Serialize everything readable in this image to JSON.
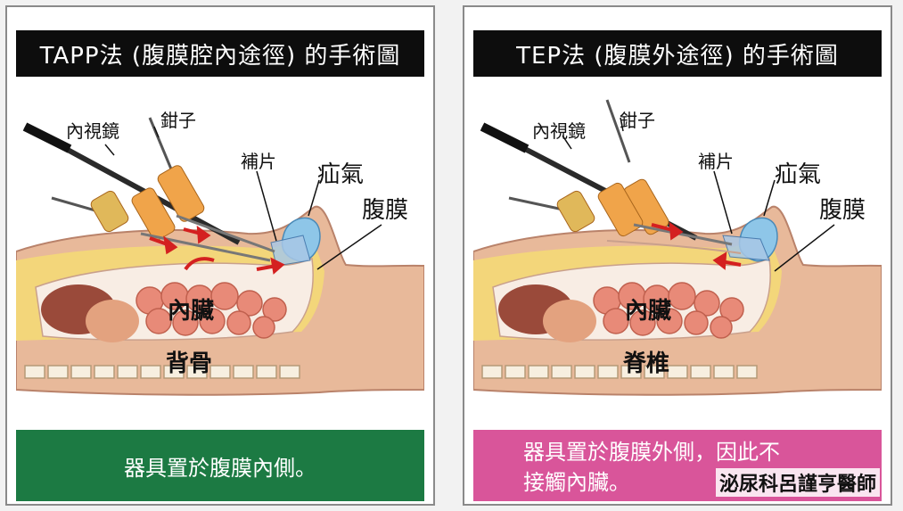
{
  "left_panel": {
    "title": "TAPP法 (腹膜腔內途徑) 的手術圖",
    "labels": {
      "endoscope": "內視鏡",
      "forceps": "鉗子",
      "mesh": "補片",
      "hernia": "疝氣",
      "peritoneum": "腹膜",
      "organs": "內臟",
      "spine": "背骨"
    },
    "caption": "器具置於腹膜內側。"
  },
  "right_panel": {
    "title": "TEP法 (腹膜外途徑) 的手術圖",
    "labels": {
      "endoscope": "內視鏡",
      "forceps": "鉗子",
      "mesh": "補片",
      "hernia": "疝氣",
      "peritoneum": "腹膜",
      "organs": "內臟",
      "spine": "脊椎"
    },
    "caption_line1": "器具置於腹膜外側，因此不",
    "caption_line2": "接觸內臟。"
  },
  "credit": "泌尿科呂謹亨醫師",
  "colors": {
    "title_bg": "#0d0d0d",
    "caption_left_bg": "#1c7a43",
    "caption_right_bg": "#d9559a",
    "skin": "#e8b99a",
    "fat": "#f3d67a",
    "intestine": "#e88a78",
    "hernia": "#8ec6e8",
    "arrow": "#d42020"
  }
}
